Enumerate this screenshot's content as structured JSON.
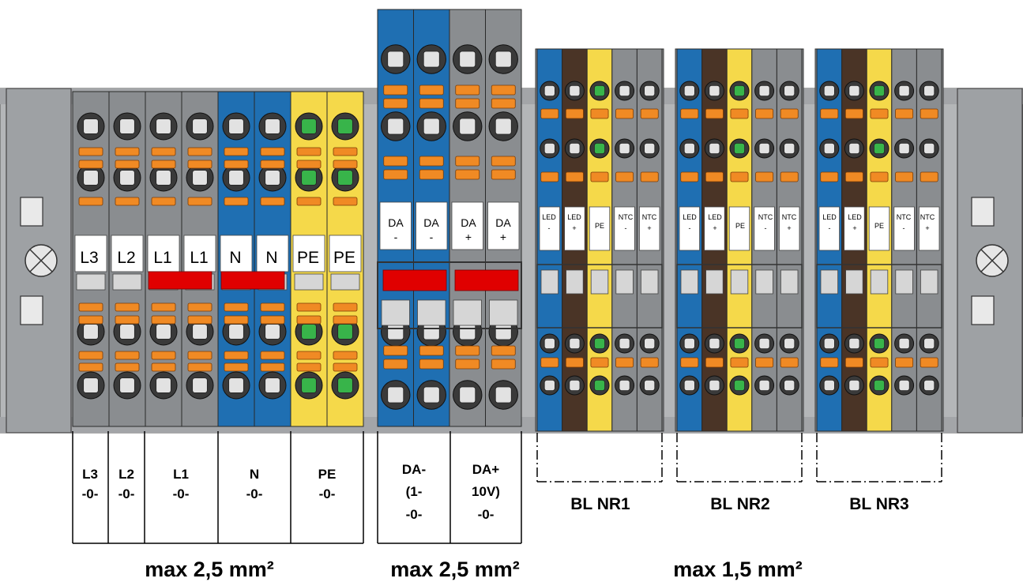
{
  "colors": {
    "grey": "#8a8d90",
    "blue": "#1f6fb2",
    "yellow": "#f5d94a",
    "brown": "#4a3426",
    "orange": "#f08a24",
    "red": "#e00000",
    "rail": "#9a9ca0",
    "green": "#38b44a"
  },
  "group_a": {
    "markers": [
      "L3",
      "L2",
      "L1",
      "L1",
      "N",
      "N",
      "PE",
      "PE"
    ],
    "bottom_labels": [
      {
        "line1": "L3",
        "line2": "-0-"
      },
      {
        "line1": "L2",
        "line2": "-0-"
      },
      {
        "line1": "L1",
        "line2": "-0-"
      },
      {
        "line1": "N",
        "line2": "-0-"
      },
      {
        "line1": "PE",
        "line2": "-0-"
      }
    ],
    "caption": "max 2,5 mm²"
  },
  "group_b": {
    "markers": [
      {
        "top": "DA",
        "bottom": "-"
      },
      {
        "top": "DA",
        "bottom": "-"
      },
      {
        "top": "DA",
        "bottom": "+"
      },
      {
        "top": "DA",
        "bottom": "+"
      }
    ],
    "bottom_labels": [
      {
        "line1": "DA-",
        "line2": "(1-",
        "line3": "-0-"
      },
      {
        "line1": "DA+",
        "line2": "10V)",
        "line3": "-0-"
      }
    ],
    "caption": "max 2,5 mm²"
  },
  "group_c": {
    "markers": [
      {
        "top": "LED",
        "bottom": "-"
      },
      {
        "top": "LED",
        "bottom": "+"
      },
      {
        "top": "PE",
        "bottom": ""
      },
      {
        "top": "NTC",
        "bottom": "-"
      },
      {
        "top": "NTC",
        "bottom": "+"
      }
    ],
    "blocks": [
      "BL NR1",
      "BL NR2",
      "BL NR3"
    ],
    "caption": "max 1,5 mm²"
  }
}
